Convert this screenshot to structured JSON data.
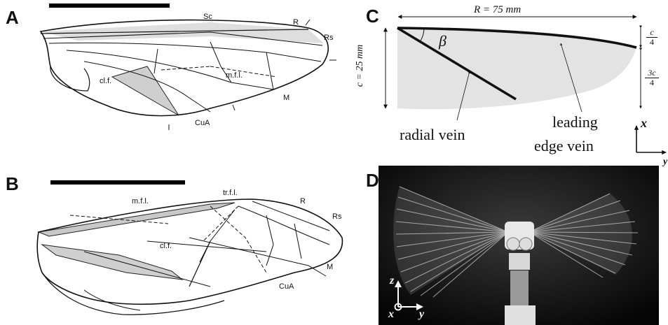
{
  "figure": {
    "panel_a": {
      "label": "A",
      "vein_labels": [
        "Sc",
        "R",
        "Rs",
        "M",
        "CuA",
        "m.f.l.",
        "cl.f."
      ]
    },
    "panel_b": {
      "label": "B",
      "vein_labels": [
        "m.f.l.",
        "tr.f.l.",
        "R",
        "Rs",
        "M",
        "CuA",
        "cl.f."
      ]
    },
    "panel_c": {
      "label": "C",
      "span_label": "R = 75  mm",
      "chord_label": "c = 25  mm",
      "angle_label": "β",
      "quarter_num": "c",
      "quarter_den": "4",
      "threequarter_num": "3c",
      "threequarter_den": "4",
      "radial_vein": "radial vein",
      "leading_edge_line1": "leading",
      "leading_edge_line2": "edge vein",
      "axis_x": "x",
      "axis_y": "y"
    },
    "panel_d": {
      "label": "D",
      "axis_z": "z",
      "axis_x": "x",
      "axis_y": "y"
    }
  }
}
